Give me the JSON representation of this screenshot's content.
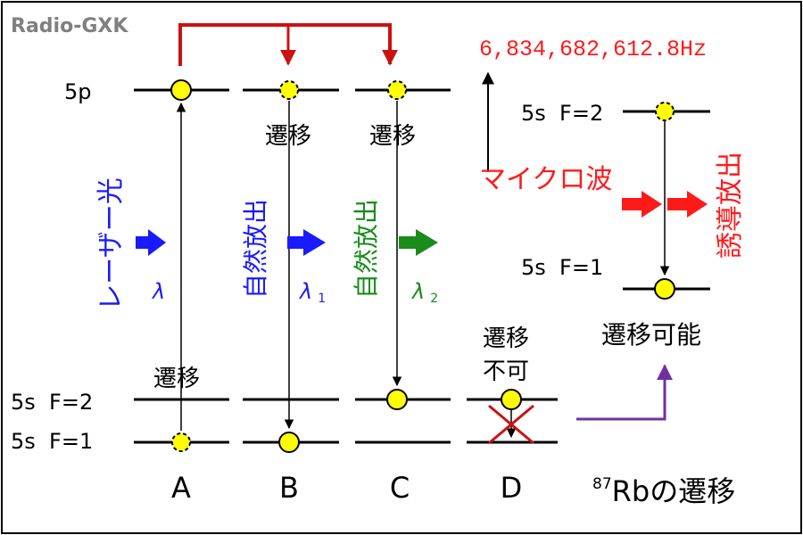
{
  "watermark": "Radio-GXK",
  "frequency": "6,834,682,612.8Hz",
  "levels": {
    "p": "5p",
    "s_f2": "5s  F=2",
    "s_f1": "5s  F=1",
    "right_f2": "5s  F=2",
    "right_f1": "5s  F=1"
  },
  "columns": [
    "A",
    "B",
    "C",
    "D"
  ],
  "labels": {
    "transition": "遷移",
    "transition_a": "遷移",
    "transition_b": "遷移",
    "transition_c": "遷移",
    "transition_d": "遷移",
    "not_possible": "不可",
    "laser_light": "レーザー光",
    "spontaneous_1": "自然放出",
    "spontaneous_2": "自然放出",
    "microwave": "マイクロ波",
    "stimulated": "誘導放出",
    "possible": "遷移可能",
    "lambda": "λ",
    "lambda1": "λ",
    "lambda1_sub": "1",
    "lambda2": "λ",
    "lambda2_sub": "2"
  },
  "title": {
    "isotope": "87",
    "element": "Rb",
    "rest": "の遷移"
  },
  "colors": {
    "laser": "#1a1aff",
    "spontaneous2": "#1a8c1a",
    "microwave": "#ff1a1a",
    "connector": "#cc1111",
    "purple": "#7030a0",
    "atom": "#ffff00",
    "watermark": "#808080"
  }
}
